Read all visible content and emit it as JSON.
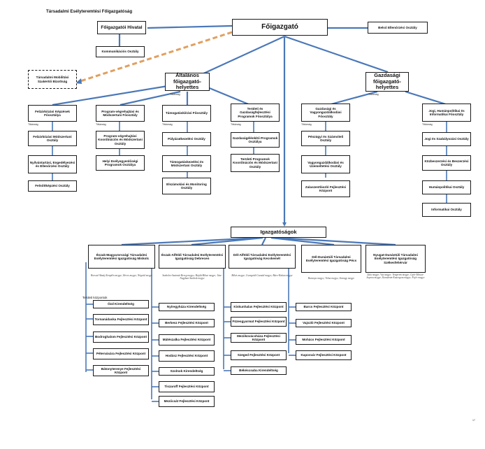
{
  "org_name": "Társadalmi Esélyteremtési Főigazgatóság",
  "top": {
    "director": "Főigazgató",
    "office": "Főigazgatói Hivatal",
    "communication": "Kommunikációs Osztály",
    "internal_audit": "Belső Ellenőrzési Osztály",
    "mobilisation": "Társadalmi Mobilitási Szakértői Bizottság"
  },
  "general_deputy": "Általános főigazgató-helyettes",
  "economic_deputy": "Gazdasági főigazgató-helyettes",
  "secretariat": "Titkárság",
  "departments": {
    "felzarkozasi": {
      "head": "Felzárkózási Képzések Főosztálya",
      "units": [
        "Felzárkózási Módszertani Osztály",
        "Nyilvántartási, Engedélyezési és Ellenőrzési Osztály",
        "Felnőttképzési Osztály"
      ]
    },
    "program": {
      "head": "Program-végrehajtási és Módszertani Főosztály",
      "units": [
        "Program-végrehajtási Koordinációs és Módszertani Osztály",
        "Helyi Esélyegyenlőségi Programok Osztálya"
      ]
    },
    "tamogatas": {
      "head": "Támogatáskiírási Főosztály",
      "units": [
        "Pályázatkezelési Osztály",
        "Támogatáskezelési és Módszertani Osztály",
        "Elszámolási és Monitoring Osztály"
      ]
    },
    "teruleti": {
      "head": "Területi és Gazdaságfejlesztési Programok Főosztálya",
      "units": [
        "Gazdaságélénkítő Programok Osztálya",
        "Területi Programok Koordinációs és Módszertani Osztály"
      ]
    },
    "gazdasagi": {
      "head": "Gazdasági és Vagyongazdálkodási Főosztály",
      "units": [
        "Pénzügyi és Számviteli Osztály",
        "Vagyongazdálkodási és Üzemeltetési Osztály",
        "Zalaszentlászló Fejlesztési Központ"
      ]
    },
    "jogi": {
      "head": "Jogi, Humánpolitikai és Informatikai Főosztály",
      "units": [
        "Jogi és Szabályozási Osztály",
        "Közbeszerzési és Beszerzési Osztály",
        "Humánpolitikai Osztály",
        "Informatikai Osztály"
      ]
    }
  },
  "directorates_title": "Igazgatóságok",
  "directorates": [
    {
      "name": "Észak-Magyarországi Társadalmi Esélyteremtési Igazgatóság Miskolc",
      "counties": "Borsod-Abaúj-Zemplén megye; Heves megye; Nógrád megye",
      "centers_label": "Területi központok",
      "units": [
        "Ózd Kirendeltség",
        "Tornanádaska Fejlesztési Központ",
        "Bodroghalom Fejlesztési Központ",
        "Pétervására Fejlesztési Központ",
        "Bátonyterenye Fejlesztési Központ"
      ]
    },
    {
      "name": "Észak-Alföldi Társadalmi Esélyteremtési Igazgatóság Debrecen",
      "counties": "Szabolcs-Szatmár-Bereg megye; Hajdú-Bihar megye; Jász-Nagykun-Szolnok megye",
      "units": [
        "Nyíregyháza Kirendeltség",
        "Berkesz Fejlesztési Központ",
        "Mátészalka Fejlesztési Központ",
        "Hodász Fejlesztési Központ",
        "Szolnok Kirendeltség",
        "Tiszaroff Fejlesztési Központ",
        "Mezőcsát Fejlesztési Központ"
      ]
    },
    {
      "name": "Dél-Alföldi Társadalmi Esélyteremtési Igazgatóság Kecskemét",
      "counties": "Békés megye; Csongrád-Csanád megye; Bács-Kiskun megye",
      "units": [
        "Kiskunhalas Fejlesztési Központ",
        "Füzesgyarmat Fejlesztési Központ",
        "Mezőkovácsháza Fejlesztési Központ",
        "Szeged Fejlesztési Központ",
        "Békéscsaba Kirendeltség"
      ]
    },
    {
      "name": "Dél-Dunántúli Társadalmi Esélyteremtési Igazgatóság Pécs",
      "counties": "Baranya megye; Tolna megye; Somogy megye",
      "units": [
        "Barcs Fejlesztési Központ",
        "Vajszló Fejlesztési Központ",
        "Mohács Fejlesztési Központ",
        "Kaposvár Fejlesztési Központ"
      ]
    },
    {
      "name": "Nyugat-Dunántúli Társadalmi Esélyteremtési Igazgatóság Székesfehérvár",
      "counties": "Zala megye; Vas megye; Veszprém megye; Győr-Moson-Sopron megye; Komárom-Esztergom megye; Fejér megye",
      "units": []
    }
  ],
  "page_number": "17",
  "colors": {
    "connector": "#4a78b8",
    "dashed_connector": "#e0a060",
    "border": "#1a1a1a"
  }
}
